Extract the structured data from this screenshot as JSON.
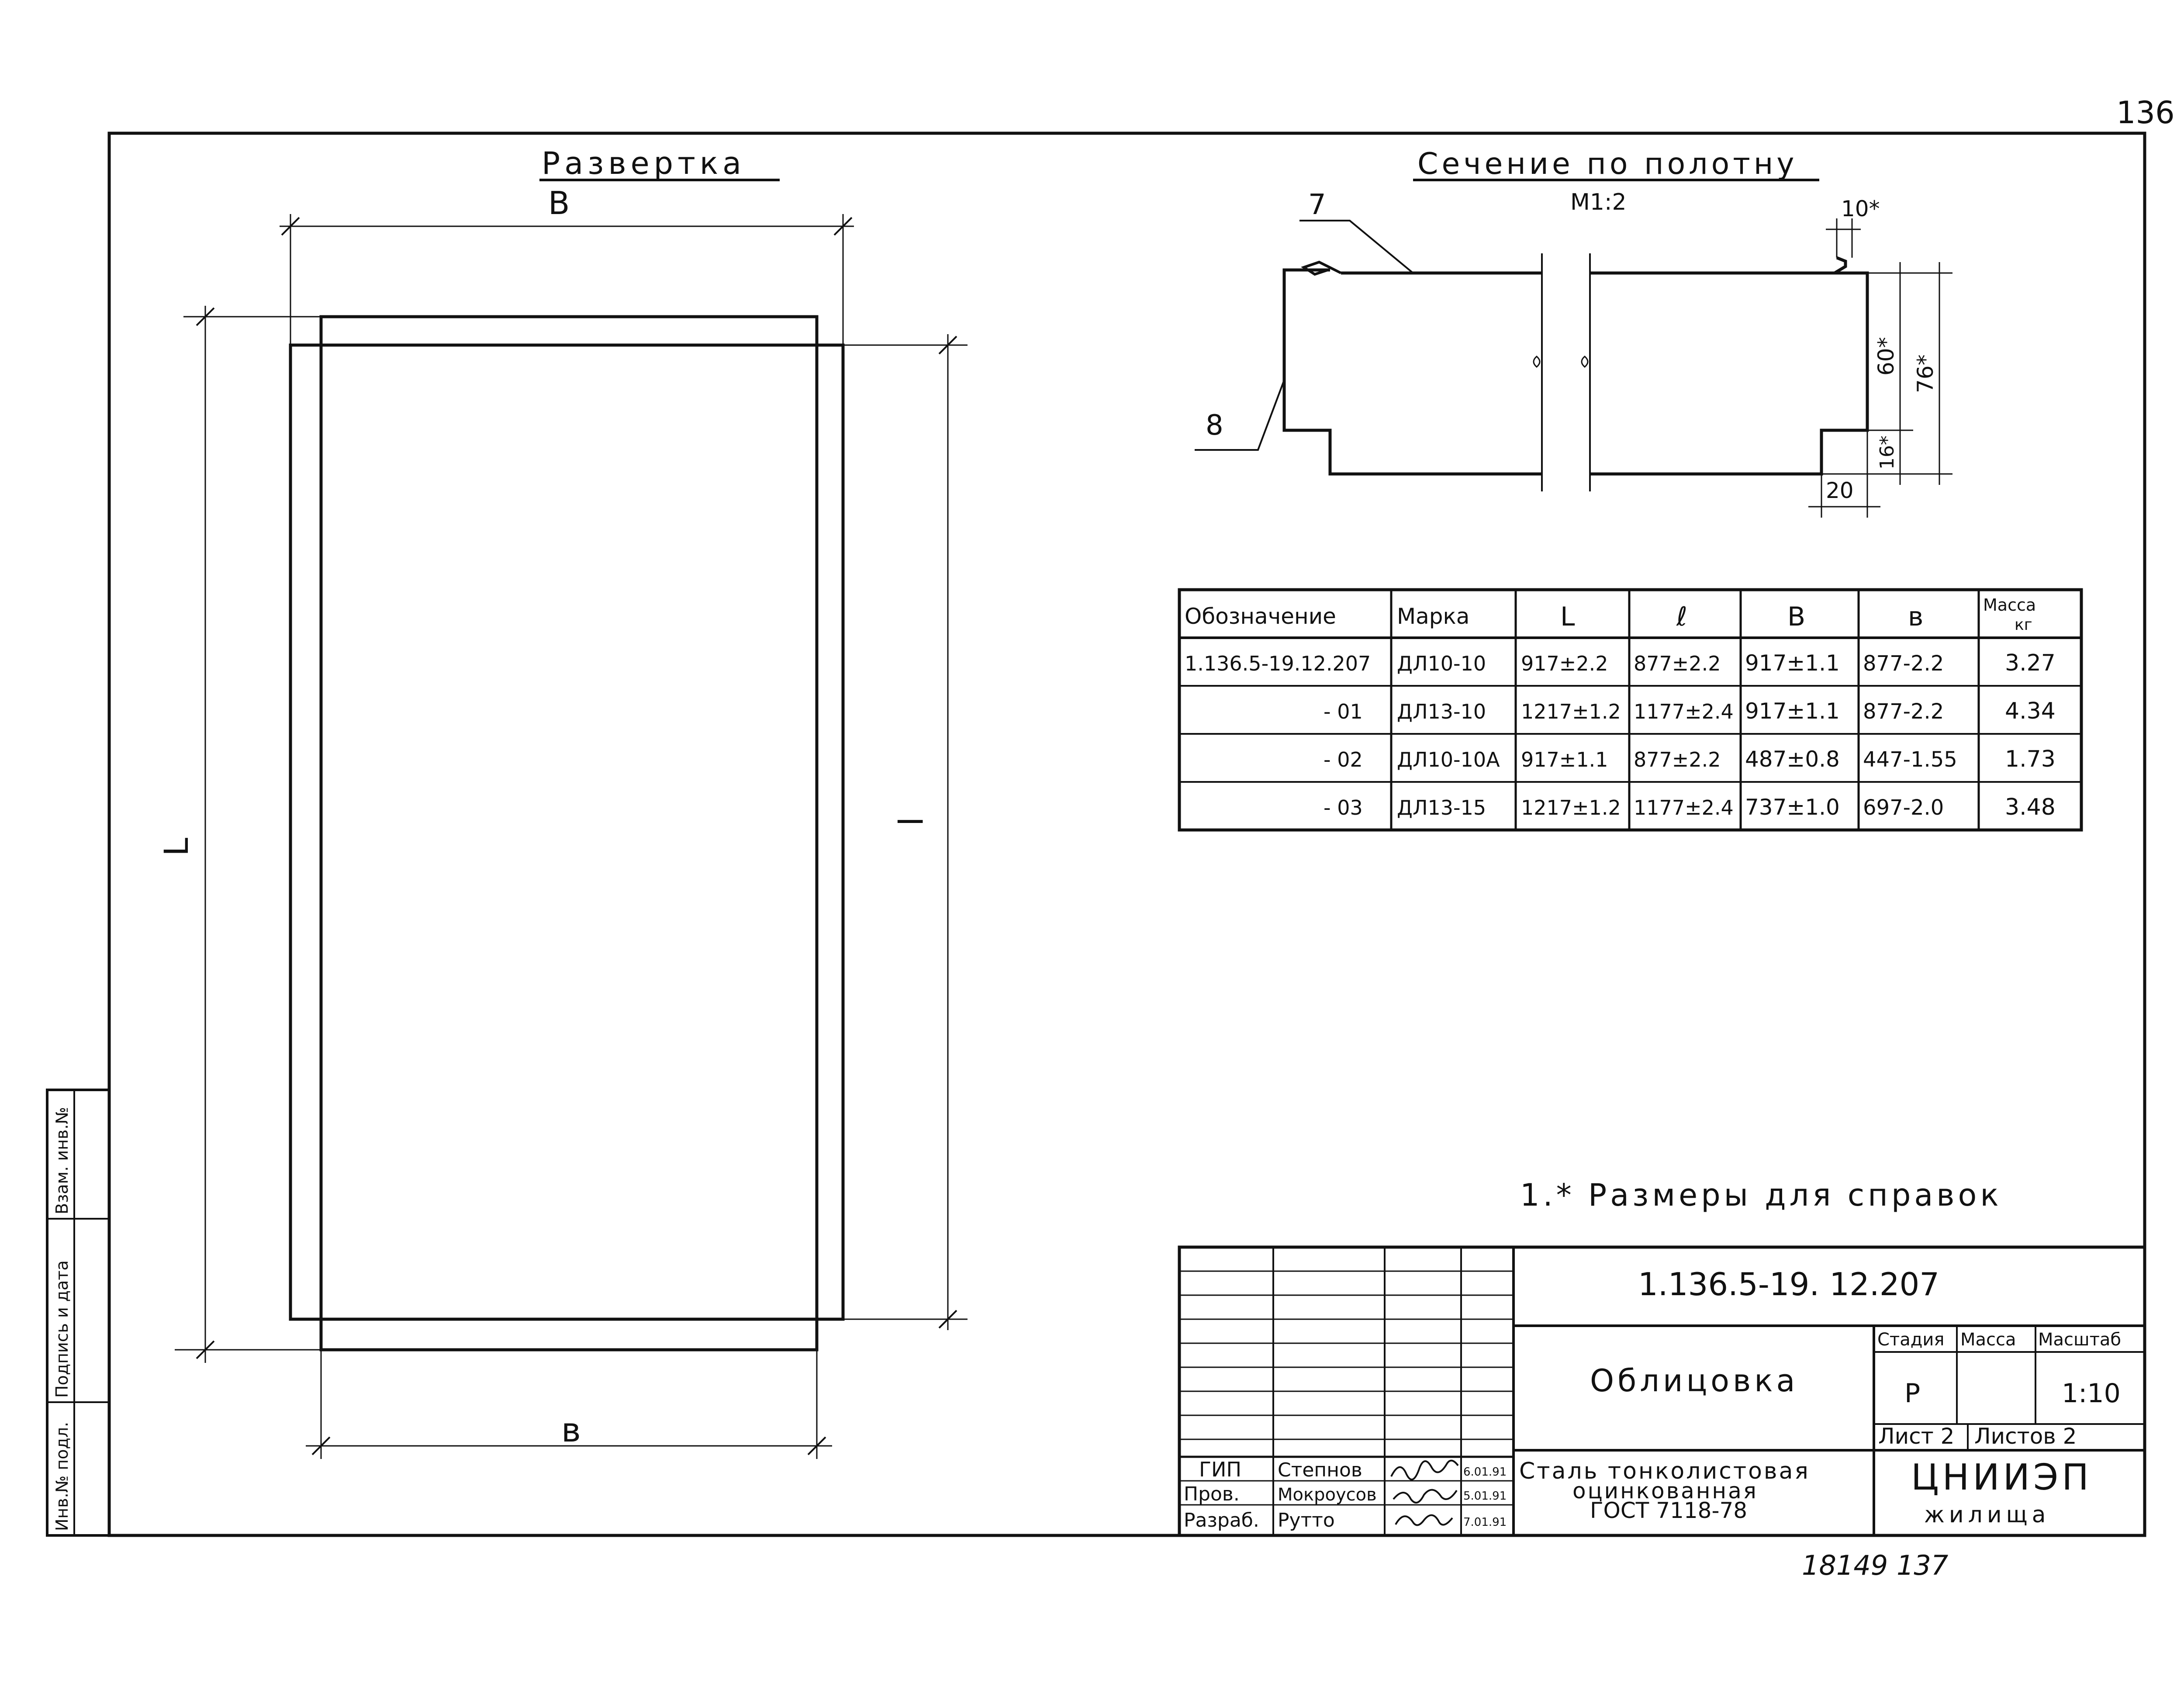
{
  "page_number": "136",
  "unfolding": {
    "title": "Развертка",
    "label_B": "B",
    "label_L": "L",
    "label_l": "l",
    "label_b": "в"
  },
  "section": {
    "title": "Сечение по полотну",
    "scale": "М1:2",
    "callout_7": "7",
    "callout_8": "8",
    "dim_10": "10*",
    "dim_60": "60*",
    "dim_76": "76*",
    "dim_16": "16*",
    "dim_20": "20"
  },
  "spec_table": {
    "headers": [
      "Обозначение",
      "Марка",
      "L",
      "ℓ",
      "B",
      "в",
      "Масса",
      "кг"
    ],
    "rows": [
      [
        "1.136.5-19.12.207",
        "ДЛ10-10",
        "917±2.2",
        "877±2.2",
        "917±1.1",
        "877-2.2",
        "3.27"
      ],
      [
        "- 01",
        "ДЛ13-10",
        "1217±1.2",
        "1177±2.4",
        "917±1.1",
        "877-2.2",
        "4.34"
      ],
      [
        "- 02",
        "ДЛ10-10А",
        "917±1.1",
        "877±2.2",
        "487±0.8",
        "447-1.55",
        "1.73"
      ],
      [
        "- 03",
        "ДЛ13-15",
        "1217±1.2",
        "1177±2.4",
        "737±1.0",
        "697-2.0",
        "3.48"
      ]
    ]
  },
  "note": "1.* Размеры для справок",
  "title_block": {
    "doc_number": "1.136.5-19. 12.207",
    "name": "Облицовка",
    "stage_header": "Стадия",
    "mass_header": "Масса",
    "scale_header": "Масштаб",
    "stage": "Р",
    "scale": "1:10",
    "sheet": "Лист 2",
    "sheets": "Листов 2",
    "material_line1": "Сталь тонколистовая",
    "material_line2": "оцинкованная",
    "material_line3": "ГОСТ 7118-78",
    "org_line1": "ЦНИИЭП",
    "org_line2": "жилища",
    "people": [
      {
        "role": "ГИП",
        "name": "Степнов",
        "date": "6.01.91"
      },
      {
        "role": "Пров.",
        "name": "Мокроусов",
        "date": "5.01.91"
      },
      {
        "role": "Разраб.",
        "name": "Рутто",
        "date": "7.01.91"
      }
    ]
  },
  "side_stamp": {
    "cells": [
      "Инв.№ подл.",
      "Подпись и дата",
      "Взам. инв.№"
    ]
  },
  "footer": "18149 137"
}
